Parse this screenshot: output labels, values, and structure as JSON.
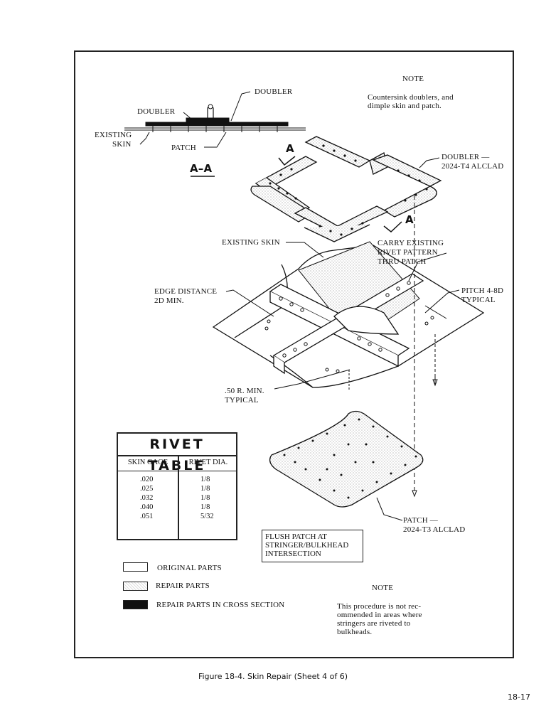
{
  "labels": {
    "note_top_title": "NOTE",
    "note_top_body": "Countersink doublers, and dimple skin and patch.",
    "doubler_a": "DOUBLER",
    "doubler_b": "DOUBLER",
    "existing_skin_a": "EXISTING",
    "existing_skin_b": "SKIN",
    "patch_section": "PATCH",
    "section_aa": "A–A",
    "arrow_a1": "A",
    "arrow_a2": "A",
    "doubler_alclad": "DOUBLER —",
    "doubler_alclad_spec": "2024-T4 ALCLAD",
    "existing_skin": "EXISTING SKIN",
    "carry_existing": "CARRY EXISTING",
    "rivet_pattern": "RIVET PATTERN",
    "thru_patch": "THRU PATCH",
    "edge_distance": "EDGE DISTANCE",
    "edge_min": "2D MIN.",
    "pitch": "PITCH 4-8D",
    "pitch_typical": "TYPICAL",
    "radius": ".50 R. MIN.",
    "radius_typical": "TYPICAL",
    "patch_alclad": "PATCH —",
    "patch_alclad_spec": "2024-T3 ALCLAD"
  },
  "rivet_table": {
    "title": "RIVET TABLE",
    "col_skin": "SKIN GAGE",
    "col_rivet": "RIVET DIA.",
    "skin_gage": ".020\n.025\n.032\n.040\n.051",
    "rivet_dia": "1/8\n1/8\n1/8\n1/8\n5/32"
  },
  "flush_box": "FLUSH PATCH AT STRINGER/BULKHEAD INTERSECTION",
  "legend": {
    "original": "ORIGINAL PARTS",
    "repair": "REPAIR PARTS",
    "repair_cross": "REPAIR PARTS IN CROSS SECTION"
  },
  "note_bottom": {
    "title": "NOTE",
    "body": "This procedure is not rec-ommended in areas where stringers are riveted to bulkheads."
  },
  "caption": "Figure 18-4.  Skin Repair (Sheet 4 of 6)",
  "page_number": "18-17"
}
